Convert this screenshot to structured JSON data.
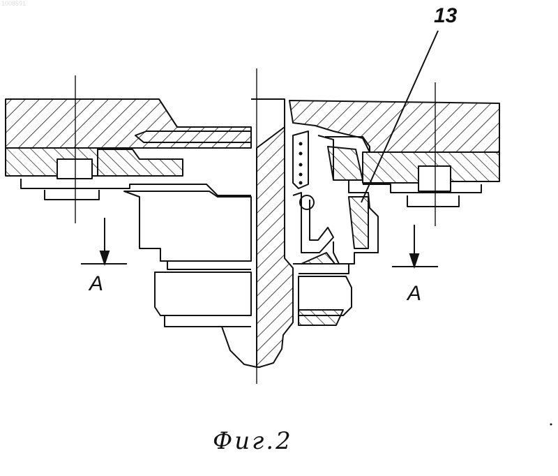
{
  "doc_id": "1008591",
  "labels": {
    "part_13": "13",
    "section_left": "A",
    "section_right": "A"
  },
  "caption": "Фиг.2",
  "colors": {
    "ink": "#111111",
    "paper": "#ffffff",
    "id_text": "#dddddd"
  }
}
